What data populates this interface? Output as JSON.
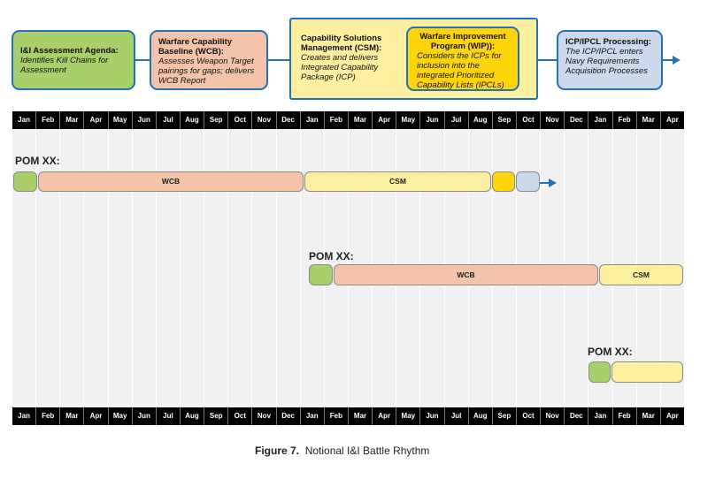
{
  "process": {
    "box1": {
      "title": "I&I Assessment Agenda:",
      "desc": "Identifies Kill Chains for Assessment"
    },
    "box2": {
      "title": "Warfare Capability Baseline (WCB):",
      "desc": "Assesses Weapon Target pairings for gaps; delivers WCB Report"
    },
    "box3": {
      "title": "Capability Solutions Management (CSM):",
      "desc": "Creates and delivers Integrated Capability Package (ICP)"
    },
    "box4": {
      "title": "Warfare Improvement Program (WIP)):",
      "desc": "Considers the ICPs for inclusion into the integrated Prioritized Capability Lists (IPCLs)"
    },
    "box5": {
      "title": "ICP/IPCL Processing:",
      "desc": "The ICP/IPCL enters Navy Requirements Acquisition Processes"
    }
  },
  "months": [
    "Jan",
    "Feb",
    "Mar",
    "Apr",
    "May",
    "Jun",
    "Jul",
    "Aug",
    "Sep",
    "Oct",
    "Nov",
    "Dec",
    "Jan",
    "Feb",
    "Mar",
    "Apr",
    "May",
    "Jun",
    "Jul",
    "Aug",
    "Sep",
    "Oct",
    "Nov",
    "Dec",
    "Jan",
    "Feb",
    "Mar",
    "Apr"
  ],
  "rows": [
    {
      "label": "POM XX:",
      "wcb": "WCB",
      "csm": "CSM"
    },
    {
      "label": "POM XX:",
      "wcb": "WCB",
      "csm": "CSM"
    },
    {
      "label": "POM XX:"
    }
  ],
  "caption": {
    "figure": "Figure 7.",
    "title": "Notional I&I Battle Rhythm"
  },
  "colors": {
    "green": "#a9cf6a",
    "salmon": "#f4c4aa",
    "lightyellow": "#fcef9f",
    "yellow": "#fed40a",
    "blue": "#ccd9ec",
    "outline": "#1f73b7"
  }
}
